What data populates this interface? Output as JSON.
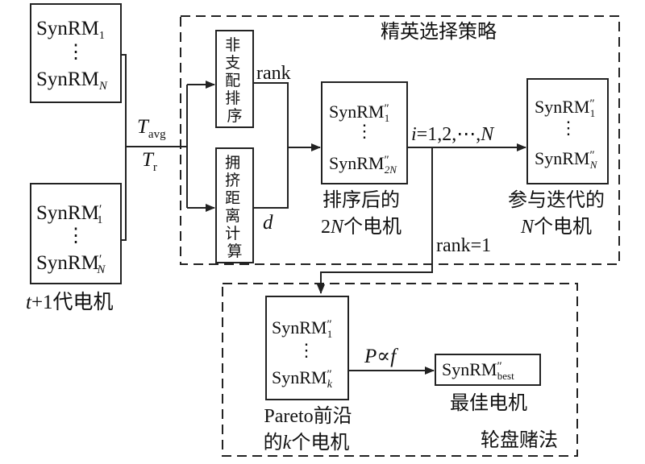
{
  "diagram": {
    "gen_t": {
      "first": {
        "base": "SynRM",
        "sub": "1"
      },
      "dots": "⋮",
      "last": {
        "base": "SynRM",
        "sub": "N"
      }
    },
    "gen_t1": {
      "first": {
        "base": "SynRM",
        "prime": "′",
        "sub": "1"
      },
      "dots": "⋮",
      "last": {
        "base": "SynRM",
        "prime": "′",
        "sub": "N"
      },
      "caption": {
        "t": "t",
        "rest": "+1代电机"
      }
    },
    "objectives": {
      "tavg": {
        "base": "T",
        "sub": "avg"
      },
      "tr": {
        "base": "T",
        "sub": "r"
      }
    },
    "elite_title": "精英选择策略",
    "nds_box": [
      "非",
      "支",
      "配",
      "排",
      "序"
    ],
    "crowd_box": [
      "拥",
      "挤",
      "距",
      "离",
      "计",
      "算"
    ],
    "rank_label": "rank",
    "d_label": "d",
    "sorted": {
      "first": {
        "base": "SynRM",
        "prime": "″",
        "sub": "1"
      },
      "dots": "⋮",
      "last": {
        "base": "SynRM",
        "prime": "″",
        "sub": "2N"
      },
      "caption1": "排序后的",
      "caption2": {
        "pre": "2",
        "n": "N",
        "rest": "个电机"
      }
    },
    "index_label": {
      "i": "i",
      "mid": "=1,2,⋯,",
      "n": "N"
    },
    "iter": {
      "first": {
        "base": "SynRM",
        "prime": "″",
        "sub": "1"
      },
      "dots": "⋮",
      "last": {
        "base": "SynRM",
        "prime": "″",
        "sub": "N"
      },
      "caption1": "参与迭代的",
      "caption2": {
        "n": "N",
        "rest": "个电机"
      }
    },
    "rank1_label": "rank=1",
    "pareto": {
      "first": {
        "base": "SynRM",
        "prime": "″",
        "sub": "1"
      },
      "dots": "⋮",
      "last": {
        "base": "SynRM",
        "prime": "″",
        "sub": "k"
      },
      "caption1": "Pareto前沿",
      "caption2": {
        "pre": "的",
        "k": "k",
        "rest": "个电机"
      }
    },
    "prob_label": {
      "p": "P",
      "mid": "∝",
      "f": "f"
    },
    "best": {
      "base": "SynRM",
      "prime": "″",
      "sub": "best",
      "caption": "最佳电机"
    },
    "roulette_title": "轮盘赌法"
  }
}
